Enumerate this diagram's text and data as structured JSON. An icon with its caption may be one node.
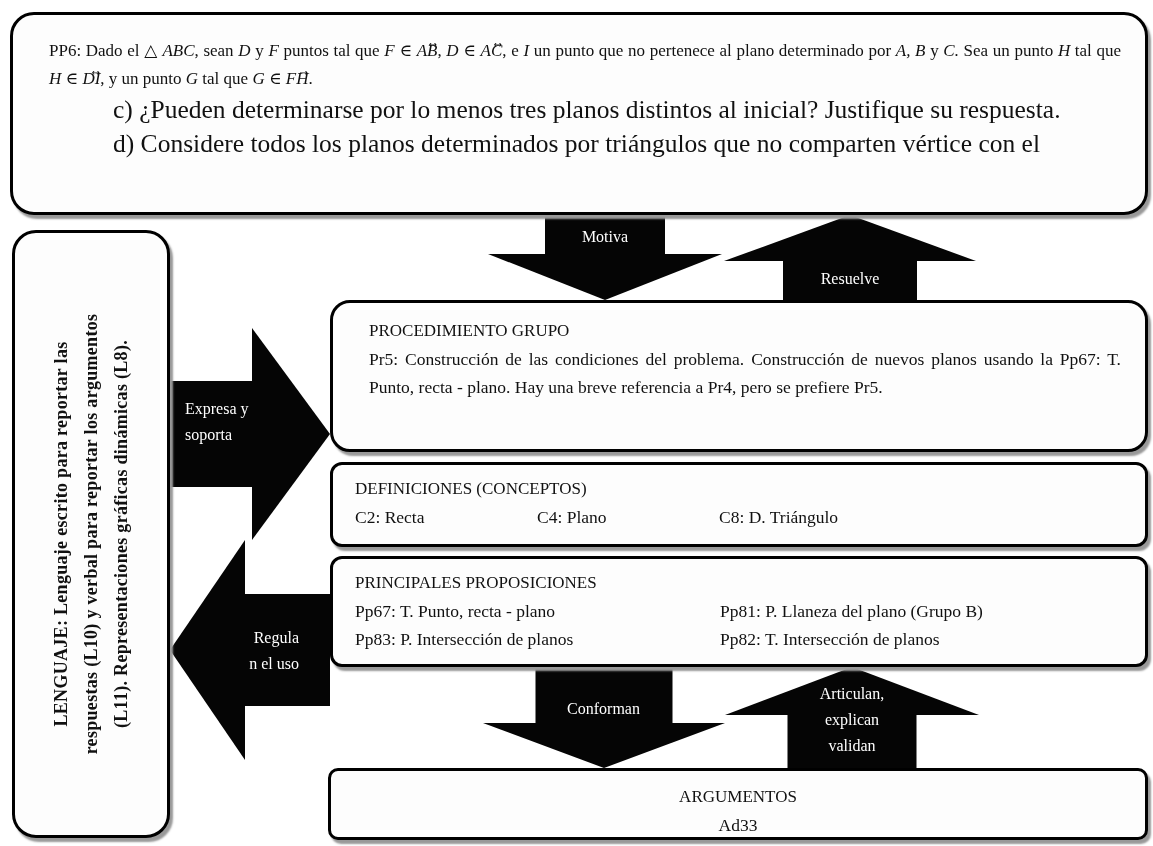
{
  "diagram": {
    "nodes": [
      {
        "text": [
          "PP6: Dado el △ *ABC*, sean *D* y *F* puntos tal que *F* ∈ *AB*⃡, *D* ∈ *AC*⃡, e *I* un punto que no pertenece al plano determinado por *A, B* y *C.* Sea un punto *H* tal que *H* ∈ *DI*⃡, y un punto *G* tal que *G* ∈ *FH*⃗.",
          "c) ¿Pueden determinarse por lo menos tres planos distintos al inicial? Justifique su respuesta.",
          "d) Considere todos los planos determinados por triángulos que no comparten vértice con el"
        ]
      },
      {
        "text": [
          "LENGUAJE: Lenguaje escrito para reportar las respuestas (L10) y verbal para reportar los argumentos (L11). Representaciones gráficas dinámicas (L8)."
        ]
      },
      {
        "text": [
          "PROCEDIMIENTO GRUPO",
          "Pr5: Construcción de las condiciones del problema. Construcción de nuevos planos usando la Pp67: T. Punto, recta - plano. Hay una breve referencia a Pr4, pero se prefiere Pr5."
        ]
      },
      {
        "text": [
          "DEFINICIONES (CONCEPTOS)",
          "C2: Recta",
          "C4: Plano",
          "C8: D. Triángulo"
        ]
      },
      {
        "text": [
          "PRINCIPALES PROPOSICIONES",
          "Pp67: T. Punto, recta - plano",
          "Pp81: P. Llaneza del plano (Grupo B)",
          "Pp83: P. Intersección de planos",
          "Pp82: T. Intersección de planos"
        ]
      },
      {
        "text": [
          "ARGUMENTOS",
          "Ad33"
        ]
      }
    ],
    "edges": [
      {
        "from": 0,
        "to": 2,
        "arrow": "to",
        "label": "Motiva"
      },
      {
        "from": 2,
        "to": 0,
        "arrow": "to",
        "label": "Resuelve"
      },
      {
        "from": 1,
        "to": 2,
        "arrow": "to",
        "label": "Expresa y soporta"
      },
      {
        "from": 4,
        "to": 1,
        "arrow": "to",
        "label": "Regula n el uso"
      },
      {
        "from": 4,
        "to": 5,
        "arrow": "to",
        "label": "Conforman"
      },
      {
        "from": 5,
        "to": 4,
        "arrow": "to",
        "label": "Articulan, explican validan"
      }
    ]
  }
}
